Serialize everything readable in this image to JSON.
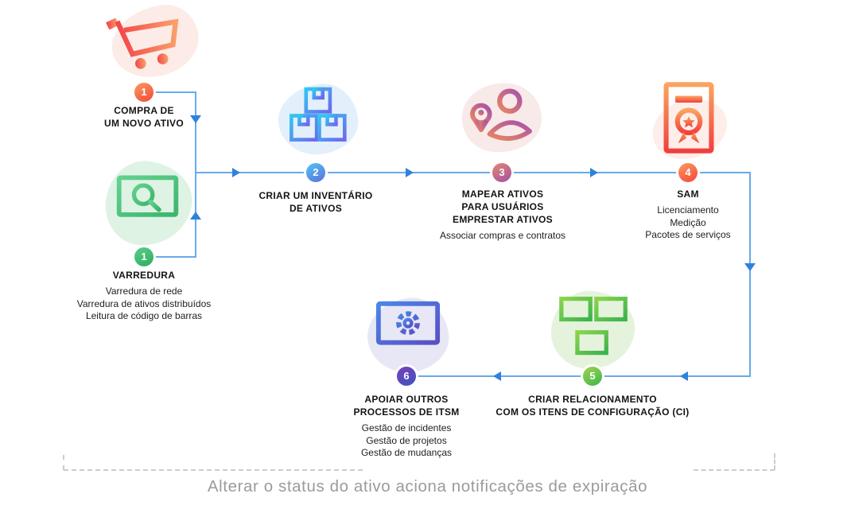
{
  "caption": "Alterar o status do ativo aciona notificações de expiração",
  "colors": {
    "connector_line": "#69aae8",
    "connector_arrow": "#2e82dd",
    "heading_text": "#141414",
    "detail_text": "#1e1e1e",
    "caption_text": "#9b9b9b",
    "dashed_line": "#cdcdcd"
  },
  "steps": [
    {
      "id": "purchase",
      "number": "1",
      "title_lines": [
        "COMPRA DE",
        "UM NOVO ATIVO"
      ],
      "details": [],
      "icon": "shopping-cart-icon",
      "badge_gradient": [
        "#fb9b60",
        "#f3473a"
      ],
      "icon_colors": [
        "#f2474b",
        "#f9a06a"
      ],
      "blob_color": "#fcebe6"
    },
    {
      "id": "scan",
      "number": "1",
      "title_lines": [
        "VARREDURA"
      ],
      "details": [
        "Varredura de rede",
        "Varredura de ativos distribuídos",
        "Leitura de código de barras"
      ],
      "icon": "laptop-search-icon",
      "badge_gradient": [
        "#5ccd8b",
        "#2dad60"
      ],
      "icon_colors": [
        "#63d28f",
        "#3cb56d"
      ],
      "blob_color": "#def3e4"
    },
    {
      "id": "inventory",
      "number": "2",
      "title_lines": [
        "CRIAR UM INVENTÁRIO",
        "DE ATIVOS"
      ],
      "details": [],
      "icon": "stacked-boxes-icon",
      "badge_gradient": [
        "#4ec7f4",
        "#5e6fd9"
      ],
      "icon_colors": [
        "#31c7f1",
        "#6e67ef"
      ],
      "blob_color": "#e3effb"
    },
    {
      "id": "map",
      "number": "3",
      "title_lines": [
        "MAPEAR ATIVOS",
        "PARA USUÁRIOS",
        "EMPRESTAR ATIVOS"
      ],
      "details": [
        "Associar compras e contratos"
      ],
      "icon": "user-location-pin-icon",
      "badge_gradient": [
        "#e4886e",
        "#a44fa6"
      ],
      "icon_colors": [
        "#e8875f",
        "#a851ab"
      ],
      "blob_color": "#f8eae9"
    },
    {
      "id": "sam",
      "number": "4",
      "title_lines": [
        "SAM"
      ],
      "details": [
        "Licenciamento",
        "Medição",
        "Pacotes de serviços"
      ],
      "icon": "license-certificate-icon",
      "badge_gradient": [
        "#fb9b60",
        "#f3473a"
      ],
      "icon_colors": [
        "#fba45f",
        "#f23f3f"
      ],
      "blob_color": "#fdeee9"
    },
    {
      "id": "ci",
      "number": "5",
      "title_lines": [
        "CRIAR RELACIONAMENTO",
        "COM OS ITENS DE CONFIGURAÇÃO (CI)"
      ],
      "details": [],
      "icon": "network-monitors-icon",
      "badge_gradient": [
        "#9fd54f",
        "#3cb54b"
      ],
      "icon_colors": [
        "#8ad44d",
        "#3bb34d"
      ],
      "blob_color": "#e5f3dd"
    },
    {
      "id": "itsm",
      "number": "6",
      "title_lines": [
        "APOIAR OUTROS",
        "PROCESSOS DE ITSM"
      ],
      "details": [
        "Gestão de incidentes",
        "Gestão de projetos",
        "Gestão de mudanças"
      ],
      "icon": "monitor-gear-icon",
      "badge_gradient": [
        "#7a3fb8",
        "#3b54c1"
      ],
      "icon_colors": [
        "#4a86e8",
        "#5b4fc4"
      ],
      "blob_color": "#e7e7f6"
    }
  ]
}
